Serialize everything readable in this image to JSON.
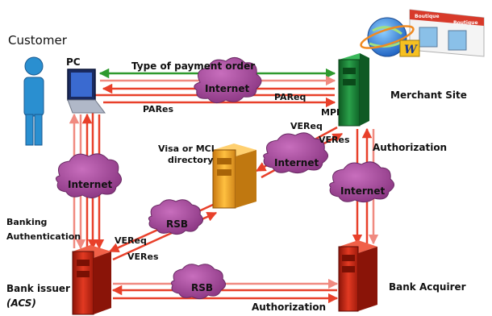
{
  "nodes": {
    "customer_title": "Customer",
    "pc": "PC",
    "merchant": "Merchant Site",
    "mpi": "MPI",
    "directory_line1": "Visa or MCI",
    "directory_line2": "directory",
    "bank_issuer_line1": "Bank issuer",
    "bank_issuer_line2": "(ACS)",
    "bank_acquirer": "Bank Acquirer",
    "boutique_sign": "Boutique",
    "boutique_sign2": "Boutique",
    "web_logo": "W"
  },
  "clouds": {
    "internet_top": "Internet",
    "internet_left": "Internet",
    "internet_center": "Internet",
    "internet_right": "Internet",
    "rsb_center": "RSB",
    "rsb_bottom": "RSB"
  },
  "messages": {
    "payment_order": "Type of payment order",
    "pareq": "PAReq",
    "pares": "PARes",
    "vereq_top": "VEReq",
    "veres_top": "VERes",
    "authorization_right": "Authorization",
    "banking_auth_line1": "Banking",
    "banking_auth_line2": "Authentication",
    "vereq_bottom": "VEReq",
    "veres_bottom": "VERes",
    "authorization_bottom": "Authorization"
  },
  "colors": {
    "green_flow": "#2e9a2e",
    "red_flow": "#e8402a",
    "pink_flow": "#f08a80",
    "cloud": "#a8479c",
    "server_red": "#d42a1a",
    "server_green": "#1e8a3a",
    "server_orange": "#f0a020",
    "person": "#2a8fd0"
  }
}
